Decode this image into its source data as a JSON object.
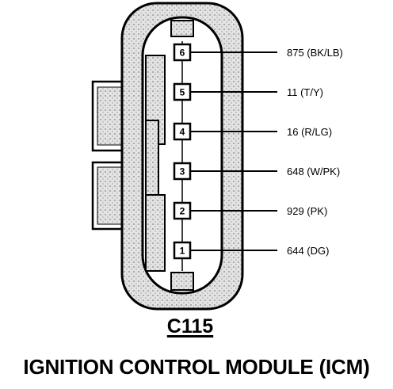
{
  "connector": {
    "id": "C115",
    "name": "IGNITION CONTROL MODULE (ICM)"
  },
  "pins": [
    {
      "pin": "6",
      "circuit": "875 (BK/LB)"
    },
    {
      "pin": "5",
      "circuit": "11 (T/Y)"
    },
    {
      "pin": "4",
      "circuit": "16 (R/LG)"
    },
    {
      "pin": "3",
      "circuit": "648 (W/PK)"
    },
    {
      "pin": "2",
      "circuit": "929 (PK)"
    },
    {
      "pin": "1",
      "circuit": "644 (DG)"
    }
  ],
  "colors": {
    "ink": "#000000",
    "housing_fill": "#d9d9d9",
    "background": "#ffffff"
  }
}
